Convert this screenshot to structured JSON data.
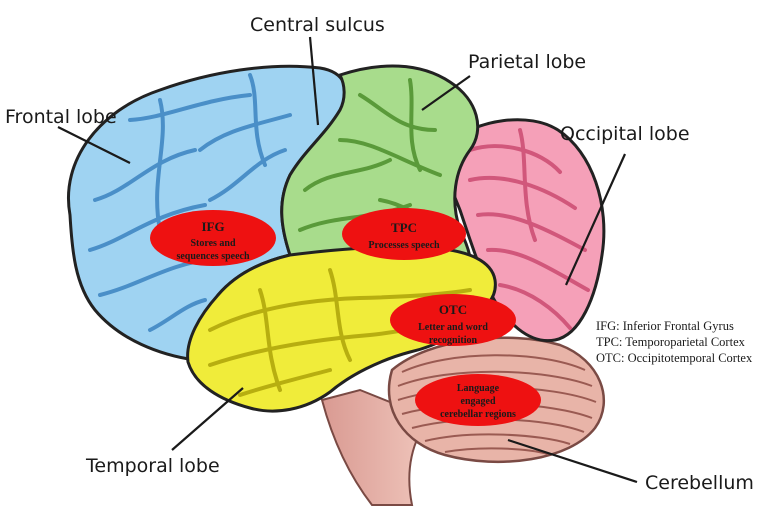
{
  "labels": {
    "frontal": "Frontal lobe",
    "central": "Central sulcus",
    "parietal": "Parietal lobe",
    "occipital": "Occipital  lobe",
    "temporal": "Temporal  lobe",
    "cerebellum": "Cerebellum"
  },
  "annotations": {
    "ifg": {
      "title": "IFG",
      "line1": "Stores and",
      "line2": "sequences speech"
    },
    "tpc": {
      "title": "TPC",
      "line1": "Processes speech"
    },
    "otc": {
      "title": "OTC",
      "line1": "Letter and word",
      "line2": "recognition"
    },
    "cereb": {
      "line1": "Language",
      "line2": "engaged",
      "line3": "cerebellar regions"
    }
  },
  "legend": [
    "IFG: Inferior Frontal Gyrus",
    "TPC: Temporoparietal  Cortex",
    "OTC: Occipitotemporal  Cortex"
  ],
  "colors": {
    "frontal": "#9fd3f2",
    "parietal": "#a8dc8c",
    "occipital": "#f5a0b8",
    "temporal": "#f0ec3a",
    "cerebellum": "#e8b4a8",
    "highlight": "#ee1111"
  }
}
